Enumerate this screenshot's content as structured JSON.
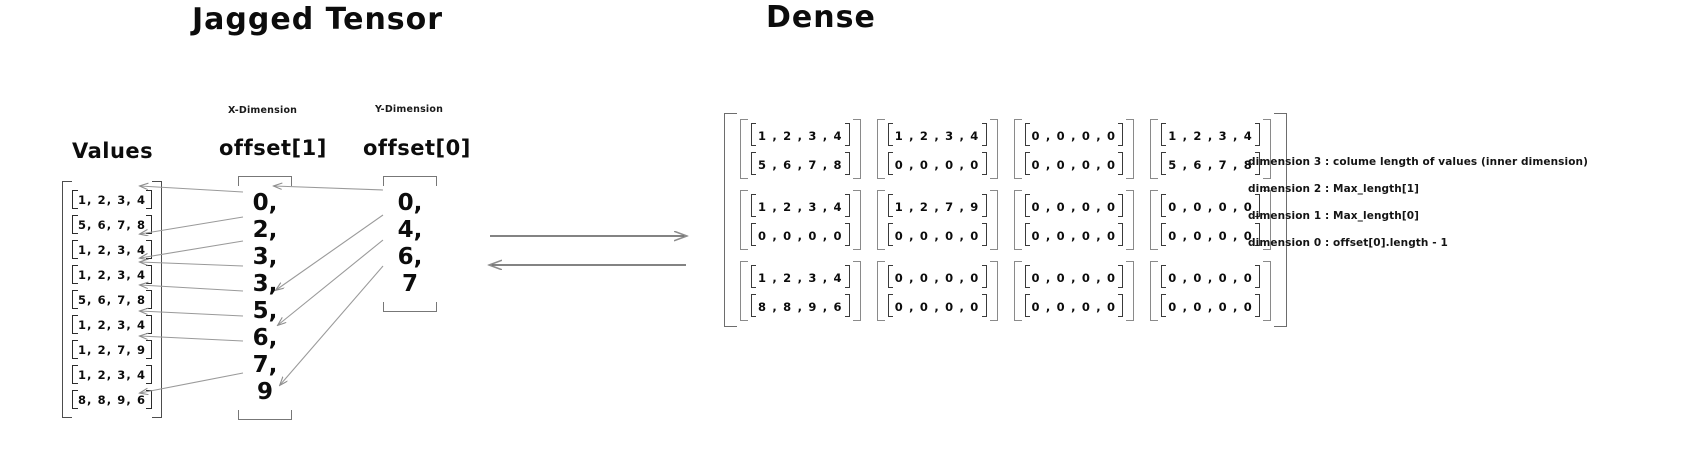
{
  "titles": {
    "jagged": "Jagged Tensor",
    "dense": "Dense"
  },
  "jagged": {
    "values_label": "Values",
    "x_dimension_label": "X-Dimension",
    "y_dimension_label": "Y-Dimension",
    "offset1_label": "offset[1]",
    "offset0_label": "offset[0]",
    "values": [
      "1, 2, 3, 4",
      "5, 6, 7, 8",
      "1, 2, 3, 4",
      "1, 2, 3, 4",
      "5, 6, 7, 8",
      "1, 2, 3, 4",
      "1, 2, 7, 9",
      "1, 2, 3, 4",
      "8, 8, 9, 6"
    ],
    "offset1": [
      "0,",
      "2,",
      "3,",
      "3,",
      "5,",
      "6,",
      "7,",
      "9"
    ],
    "offset0": [
      "0,",
      "4,",
      "6,",
      "7"
    ]
  },
  "dense": {
    "rows": [
      [
        {
          "vectors": [
            "1 , 2 , 3 , 4",
            "5 , 6 , 7 , 8"
          ]
        },
        {
          "vectors": [
            "1 , 2 , 3 , 4",
            "0 , 0 , 0 , 0"
          ]
        },
        {
          "vectors": [
            "0 , 0 , 0 , 0",
            "0 , 0 , 0 , 0"
          ]
        },
        {
          "vectors": [
            "1 , 2 , 3 , 4",
            "5 , 6 , 7 , 8"
          ]
        }
      ],
      [
        {
          "vectors": [
            "1 , 2 , 3 , 4",
            "0 , 0 , 0 , 0"
          ]
        },
        {
          "vectors": [
            "1 , 2 , 7 , 9",
            "0 , 0 , 0 , 0"
          ]
        },
        {
          "vectors": [
            "0 , 0 , 0 , 0",
            "0 , 0 , 0 , 0"
          ]
        },
        {
          "vectors": [
            "0 , 0 , 0 , 0",
            "0 , 0 , 0 , 0"
          ]
        }
      ],
      [
        {
          "vectors": [
            "1 , 2 , 3 , 4",
            "8 , 8 , 9 , 6"
          ]
        },
        {
          "vectors": [
            "0 , 0 , 0 , 0",
            "0 , 0 , 0 , 0"
          ]
        },
        {
          "vectors": [
            "0 , 0 , 0 , 0",
            "0 , 0 , 0 , 0"
          ]
        },
        {
          "vectors": [
            "0 , 0 , 0 , 0",
            "0 , 0 , 0 , 0"
          ]
        }
      ]
    ]
  },
  "legend": [
    "dimension 3 : colume length of values (inner dimension)",
    "dimension 2 : Max_length[1]",
    "dimension 1  : Max_length[0]",
    "dimension 0 : offset[0].length - 1"
  ],
  "colors": {
    "ink": "#0c0c0c",
    "bracket": "#4d4d4d",
    "arrow": "#8d8d8d",
    "background": "#ffffff"
  }
}
